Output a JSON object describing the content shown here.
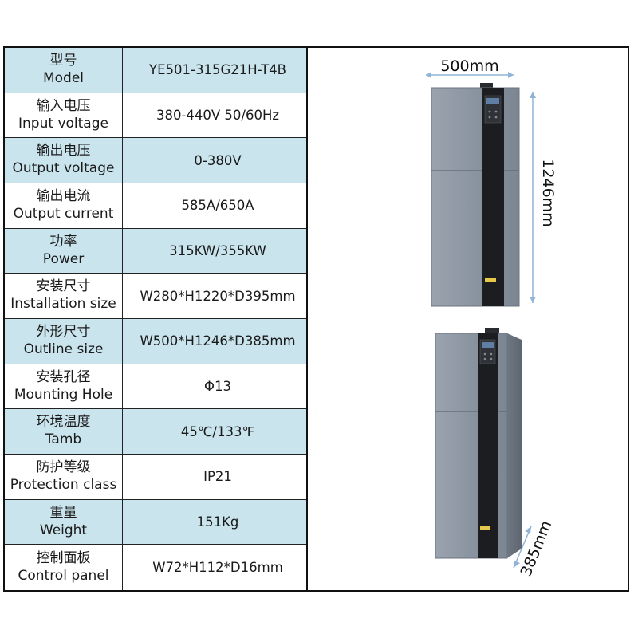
{
  "specs": [
    {
      "cn": "型号",
      "en": "Model",
      "value": "YE501-315G21H-T4B",
      "style": "blue"
    },
    {
      "cn": "输入电压",
      "en": "Input voltage",
      "value": "380-440V 50/60Hz",
      "style": "white"
    },
    {
      "cn": "输出电压",
      "en": "Output voltage",
      "value": "0-380V",
      "style": "blue"
    },
    {
      "cn": "输出电流",
      "en": "Output current",
      "value": "585A/650A",
      "style": "white"
    },
    {
      "cn": "功率",
      "en": "Power",
      "value": "315KW/355KW",
      "style": "blue"
    },
    {
      "cn": "安装尺寸",
      "en": "Installation size",
      "value": "W280*H1220*D395mm",
      "style": "white"
    },
    {
      "cn": "外形尺寸",
      "en": "Outline size",
      "value": "W500*H1246*D385mm",
      "style": "blue"
    },
    {
      "cn": "安装孔径",
      "en": "Mounting Hole",
      "value": "Φ13",
      "style": "white"
    },
    {
      "cn": "环境温度",
      "en": "Tamb",
      "value": "45℃/133℉",
      "style": "blue"
    },
    {
      "cn": "防护等级",
      "en": "Protection class",
      "value": "IP21",
      "style": "white"
    },
    {
      "cn": "重量",
      "en": "Weight",
      "value": "151Kg",
      "style": "blue"
    },
    {
      "cn": "控制面板",
      "en": "Control panel",
      "value": "W72*H112*D16mm",
      "style": "white"
    }
  ],
  "dimensions": {
    "width_label": "500mm",
    "height_label": "1246mm",
    "depth_label": "385mm"
  },
  "colors": {
    "row_blue": "#c9e4ed",
    "cabinet_body": "#8c96a2",
    "cabinet_strip": "#1c1d20",
    "dimension_arrow": "#8fb4d6"
  }
}
